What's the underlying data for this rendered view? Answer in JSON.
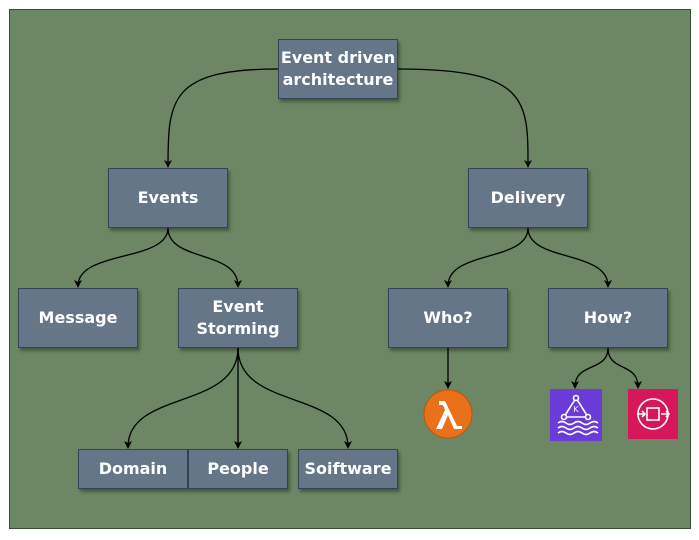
{
  "diagram": {
    "nodes": {
      "root": "Event driven\narchitecture",
      "events": "Events",
      "delivery": "Delivery",
      "message": "Message",
      "event_storming": "Event\nStorming",
      "who": "Who?",
      "how": "How?",
      "domain": "Domain",
      "people": "People",
      "software": "Soiftware"
    },
    "icons": {
      "lambda": "aws-lambda-icon",
      "kinesis": "amazon-kinesis-icon",
      "sqs": "amazon-sqs-icon"
    },
    "colors": {
      "background": "#6d8764",
      "node_fill": "#647687",
      "node_border": "#314354",
      "edge": "#000000",
      "lambda_orange": "#e8711a",
      "kinesis_purple": "#6a3bd6",
      "sqs_pink": "#d6185a"
    }
  }
}
